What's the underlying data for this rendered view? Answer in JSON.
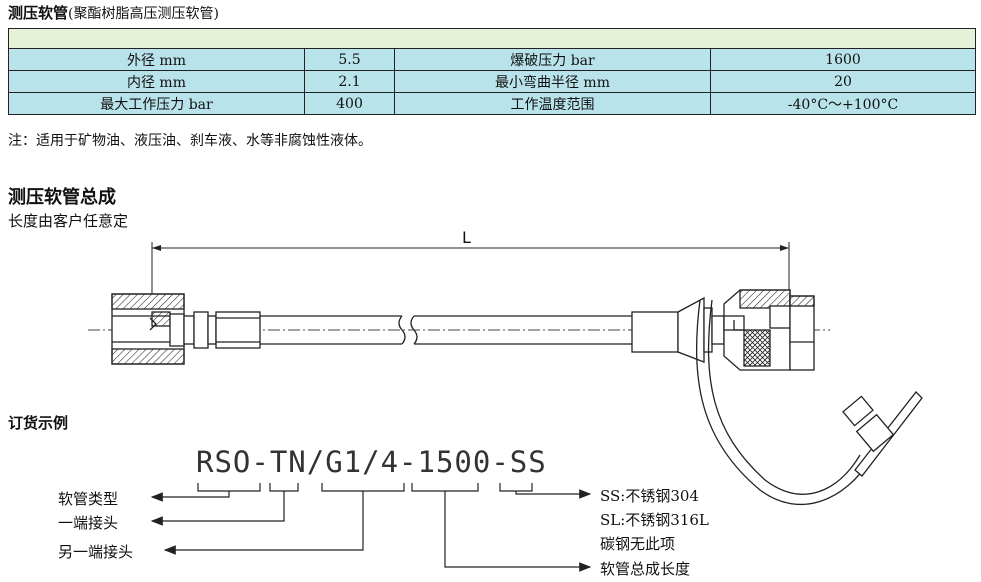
{
  "header": {
    "title": "测压软管",
    "subtitle": "(聚酯树脂高压测压软管)"
  },
  "spec_table": {
    "rows": [
      {
        "label_a": "外径 mm",
        "value_a": "5.5",
        "label_b": "爆破压力 bar",
        "value_b": "1600"
      },
      {
        "label_a": "内径 mm",
        "value_a": "2.1",
        "label_b": "最小弯曲半径 mm",
        "value_b": "20"
      },
      {
        "label_a": "最大工作压力 bar",
        "value_a": "400",
        "label_b": "工作温度范围",
        "value_b": "-40°C～+100°C"
      }
    ]
  },
  "note": "注：适用于矿物油、液压油、刹车液、水等非腐蚀性液体。",
  "assembly": {
    "title": "测压软管总成",
    "length_note": "长度由客户任意定",
    "dimension_label": "L"
  },
  "order_example": {
    "title": "订货示例",
    "code": "RSO-TN/G1/4-1500-SS",
    "left_labels": [
      "软管类型",
      "一端接头",
      "另一端接头"
    ],
    "right_labels": [
      "SS:不锈钢304",
      "SL:不锈钢316L",
      "碳钢无此项",
      "软管总成长度"
    ]
  }
}
